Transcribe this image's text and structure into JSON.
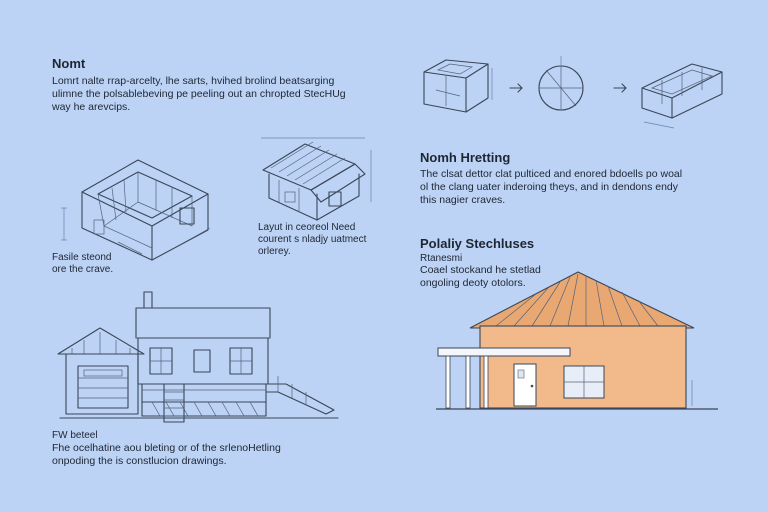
{
  "intro": {
    "heading": "Nomt",
    "body": [
      "Lomrt nalte rrap-arcelty, lhe sarts, hvihed brolind beatsarging",
      "ulimne the polsablebeving pe peeling out an chropted StecHUg",
      "way he arevcips."
    ]
  },
  "caption_left": {
    "lines": [
      "Fasile steond",
      "ore the crave."
    ]
  },
  "caption_middle": {
    "lines": [
      "Layut in ceoreol Need",
      "courent s nladjy uatmect",
      "orlerey."
    ]
  },
  "section_right_1": {
    "heading": "Nomh Hretting",
    "body": [
      "The clsat dettor clat pulticed and enored bdoells po woal",
      "ol the clang uater inderoing theys, and in dendons endy",
      "this nagier craves."
    ]
  },
  "section_right_2": {
    "heading": "Polaliy Stechluses",
    "subheading": "Rtanesmi",
    "body": [
      "Coael stockand he stetlad",
      "ongoling deoty otolors."
    ]
  },
  "caption_bottom": {
    "label": "FW beteel",
    "body": [
      "Fhe ocelhatine aou bleting or of the srlenoHetling",
      "onpoding the is constlucion drawings."
    ]
  },
  "colors": {
    "background": "#bcd3f5",
    "render_wall": "#f2b98a",
    "render_roof": "#e9a872",
    "linework": "#3a4658"
  },
  "icons": [
    "arrow-right-icon",
    "arrow-right-icon"
  ]
}
